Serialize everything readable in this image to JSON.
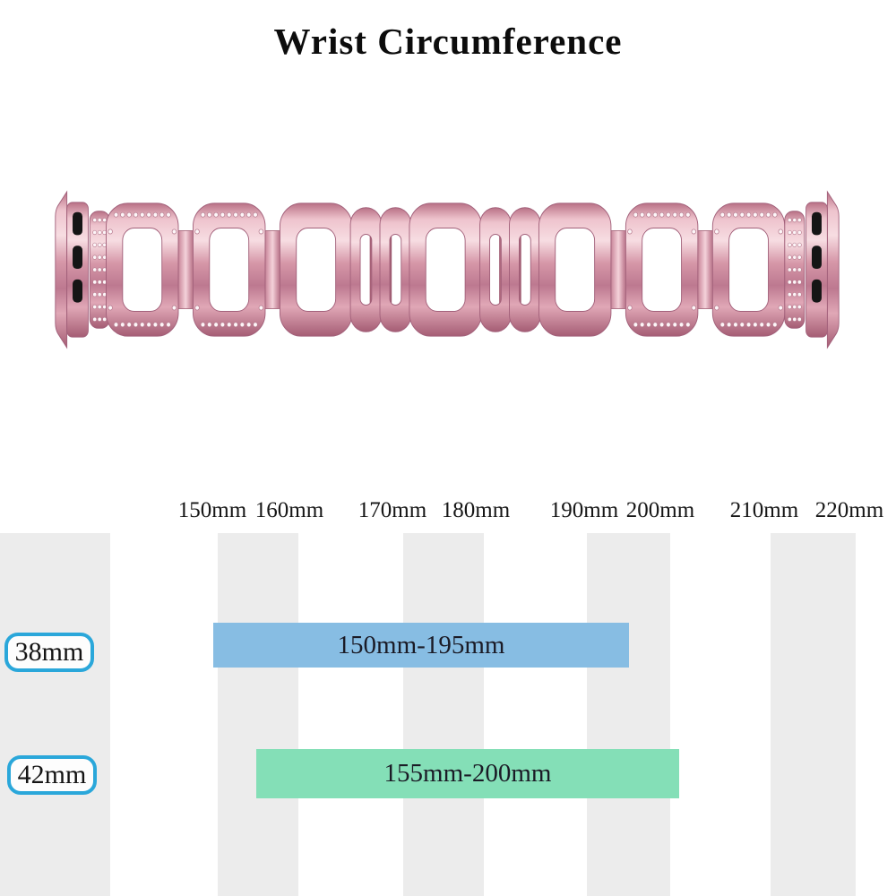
{
  "title": "Wrist Circumference",
  "colors": {
    "stripe_gray": "#ececec",
    "badge_border_blue": "#2aa7da",
    "bar_blue": "#87bde3",
    "bar_green": "#84dfb7",
    "band_rose_pink": "#d795a6"
  },
  "band_image": {
    "description": "rose pink rhinestone metal link watch band with watch adapters at both ends"
  },
  "chart_data": {
    "type": "bar",
    "orientation": "horizontal-range",
    "title": "Wrist Circumference",
    "x_unit": "mm",
    "x_ticks": [
      "150mm",
      "160mm",
      "170mm",
      "180mm",
      "190mm",
      "200mm",
      "210mm",
      "220mm"
    ],
    "x_range": [
      150,
      220
    ],
    "grid": "vertical-stripes",
    "legend_position": "left",
    "series": [
      {
        "name": "38mm",
        "label": "150mm-195mm",
        "start_mm": 150,
        "end_mm": 195,
        "color": "#87bde3"
      },
      {
        "name": "42mm",
        "label": "155mm-200mm",
        "start_mm": 155,
        "end_mm": 200,
        "color": "#84dfb7"
      }
    ]
  }
}
